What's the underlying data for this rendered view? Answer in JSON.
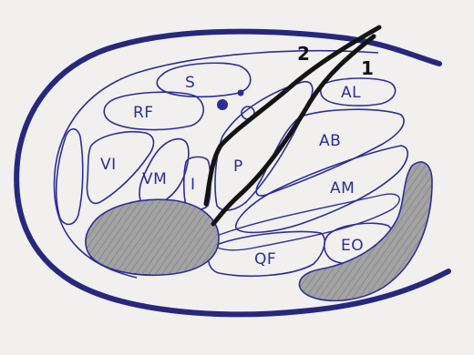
{
  "diagram": {
    "colors": {
      "paper": "#f1f0ee",
      "ink_blue": "#2a2e9a",
      "outline_dark": "#26287e",
      "shade_gray": "#9a9a9a",
      "line_black": "#141414"
    },
    "labels": {
      "s": "S",
      "rf": "RF",
      "al": "AL",
      "ab": "AB",
      "vi": "VI",
      "vm": "VM",
      "i": "I",
      "p": "P",
      "am": "AM",
      "eo": "EO",
      "qf": "QF"
    },
    "line_numbers": {
      "one": "1",
      "two": "2"
    }
  }
}
